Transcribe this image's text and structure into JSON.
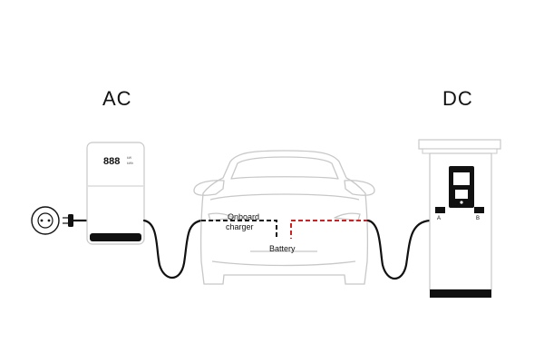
{
  "labels": {
    "ac": "AC",
    "dc": "DC",
    "onboard_line1": "Onboard",
    "onboard_line2": "charger",
    "battery": "Battery"
  },
  "ac_charger": {
    "display_digits": "888",
    "display_unit_top": "kW",
    "display_unit_bottom": "kWh"
  },
  "dc_charger": {
    "port_a": "A",
    "port_b": "B"
  },
  "colors": {
    "line": "#111111",
    "outline": "#c8c8c8",
    "dc_path": "#d21f1f",
    "ac_path": "#111111"
  },
  "icons": [
    "wall-socket-icon",
    "plug-icon"
  ]
}
